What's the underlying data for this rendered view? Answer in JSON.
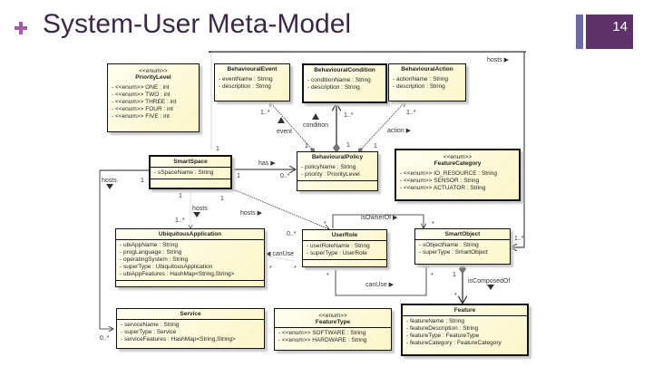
{
  "slide": {
    "title": "System-User Meta-Model",
    "page_number": "14",
    "accent_color": "#5e3169",
    "bullet_color": "#a45fa8"
  },
  "diagram": {
    "classes": {
      "priority_level": {
        "stereotype": "<<enum>>",
        "name": "PriorityLevel",
        "attributes": [
          "- <<enum>> ONE : int",
          "- <<enum>> TWO : int",
          "- <<enum>> THREE : int",
          "- <<enum>> FOUR : int",
          "- <<enum>> FIVE : int"
        ]
      },
      "behavioural_event": {
        "name": "BehaviouralEvent",
        "attributes": [
          "- eventName : String",
          "- description : String"
        ]
      },
      "behavioural_condition": {
        "name": "BehaviouralCondition",
        "attributes": [
          "- conditionName : String",
          "- description : String"
        ]
      },
      "behavioural_action": {
        "name": "BehaviouralAction",
        "attributes": [
          "- actionName : String",
          "- description : String"
        ]
      },
      "smart_space": {
        "name": "SmartSpace",
        "attributes": [
          "- sSpaceName : String"
        ]
      },
      "behavioural_policy": {
        "name": "BehaviouralPolicy",
        "attributes": [
          "- policyName : String",
          "- priority : PriorityLevel"
        ]
      },
      "feature_category": {
        "stereotype": "<<enum>>",
        "name": "FeatureCategory",
        "attributes": [
          "- <<enum>> IO_RESOURCE : String",
          "- <<enum>> SENSOR : String",
          "- <<enum>> ACTUATOR : String"
        ]
      },
      "ubiquitous_application": {
        "name": "UbiquitousApplication",
        "attributes": [
          "- ubiAppName : String",
          "- progLanguage : String",
          "- operatingSystem : String",
          "- superType : UbiquitousApplication",
          "- ubiAppFeatures : HashMap<String,String>"
        ]
      },
      "user_role": {
        "name": "UserRole",
        "attributes": [
          "- userRoleName : String",
          "- superType : UserRole"
        ]
      },
      "smart_object": {
        "name": "SmartObject",
        "attributes": [
          "- sObjectName : String",
          "- superType : SmartObject"
        ]
      },
      "service": {
        "name": "Service",
        "attributes": [
          "- serviceName : String",
          "- superType : Service",
          "- serviceFeatures : HashMap<String,String>"
        ]
      },
      "feature_type": {
        "stereotype": "<<enum>>",
        "name": "FeatureType",
        "attributes": [
          "- <<enum>> SOFTWARE : String",
          "- <<enum>> HARDWARE : String"
        ]
      },
      "feature": {
        "name": "Feature",
        "attributes": [
          "- featureName : String",
          "- featureDescription : String",
          "- featureType : FeatureType",
          "- featureCategory : FeatureCategory"
        ]
      }
    },
    "associations": {
      "hosts_top": "hosts ▶",
      "event": "event",
      "condition": "condition",
      "action": "action ▶",
      "has": "has ▶",
      "hosts_left": "hosts",
      "hosts_ubi": "hosts",
      "hosts_user": "hosts ▶",
      "is_owner_of": "isOwnerOf ▶",
      "can_use_left": "◀ canUse",
      "can_use_bottom": "canUse ▶",
      "is_composed_of": "isComposedOf"
    },
    "multiplicities": {
      "event_top": "1..*",
      "event_bottom": "1",
      "condition_top": "1..*",
      "condition_bottom": "1",
      "action_top": "1..*",
      "action_bottom": "1",
      "space_top": "1",
      "has_left": "1",
      "has_right": "0..*",
      "space_left": "1",
      "space_bottom_a": "1",
      "space_bottom_b": "1",
      "ubi_top": "1..*",
      "user_left": "0..*",
      "user_top": "*",
      "owner_right": "*",
      "canuse_ubi": "*",
      "user_bottom": "*",
      "user_bottom2": "*",
      "so_bottom_left": "*",
      "so_right": "1..*",
      "so_compose": "1",
      "feature_top": "*",
      "service_left": "0..*"
    }
  }
}
